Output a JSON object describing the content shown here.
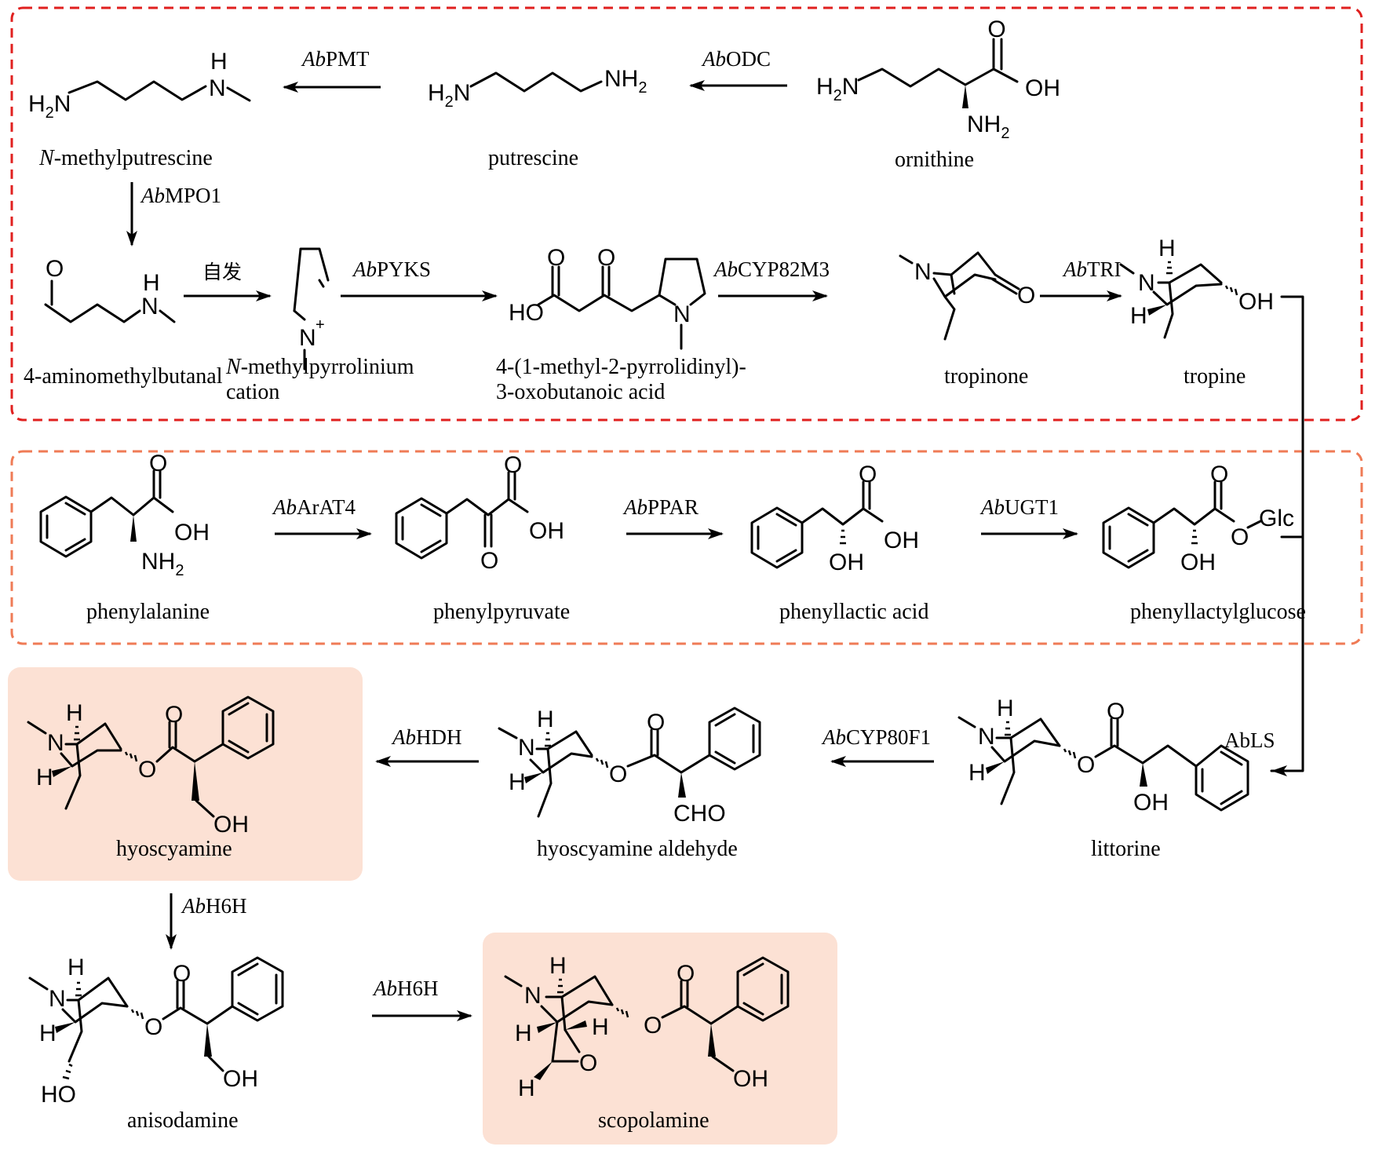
{
  "colors": {
    "tropine_box": "#e0201f",
    "phenyllactate_box": "#ef7b56",
    "highlight_fill": "#fce1d4",
    "ink": "#000000"
  },
  "boxes": {
    "tropine_module": "tropine biosynthesis module",
    "phenyllactate_module": "phenyllactate module"
  },
  "compounds": {
    "n_methylputrescine": {
      "italic_prefix": "N",
      "name": "-methylputrescine"
    },
    "putrescine": {
      "name": "putrescine"
    },
    "ornithine": {
      "name": "ornithine"
    },
    "aminomethylbutanal": {
      "name": "4-aminomethylbutanal"
    },
    "methylpyrrolinium": {
      "italic_prefix": "N",
      "line1": "-methylpyrrolinium",
      "line2": "cation"
    },
    "oxobutanoic": {
      "line1": "4-(1-methyl-2-pyrrolidinyl)-",
      "line2": "3-oxobutanoic acid"
    },
    "tropinone": {
      "name": "tropinone"
    },
    "tropine": {
      "name": "tropine"
    },
    "phenylalanine": {
      "name": "phenylalanine"
    },
    "phenylpyruvate": {
      "name": "phenylpyruvate"
    },
    "phenyllactic_acid": {
      "name": "phenyllactic acid"
    },
    "phenyllactylglucose": {
      "name": "phenyllactylglucose"
    },
    "hyoscyamine": {
      "name": "hyoscyamine"
    },
    "hyoscyamine_aldehyde": {
      "name": "hyoscyamine aldehyde"
    },
    "littorine": {
      "name": "littorine"
    },
    "anisodamine": {
      "name": "anisodamine"
    },
    "scopolamine": {
      "name": "scopolamine"
    }
  },
  "enzymes": {
    "pmt": {
      "prefix": "Ab",
      "suffix": "PMT"
    },
    "odc": {
      "prefix": "Ab",
      "suffix": "ODC"
    },
    "mpo1": {
      "prefix": "Ab",
      "suffix": "MPO1"
    },
    "spontaneous": {
      "text": "自发"
    },
    "pyks": {
      "prefix": "Ab",
      "suffix": "PYKS"
    },
    "cyp82m3": {
      "prefix": "Ab",
      "suffix": "CYP82M3"
    },
    "tri": {
      "prefix": "Ab",
      "suffix": "TRI"
    },
    "arat4": {
      "prefix": "Ab",
      "suffix": "ArAT4"
    },
    "ppar": {
      "prefix": "Ab",
      "suffix": "PPAR"
    },
    "ugt1": {
      "prefix": "Ab",
      "suffix": "UGT1"
    },
    "ls": {
      "text": "AbLS"
    },
    "cyp80f1": {
      "prefix": "Ab",
      "suffix": "CYP80F1"
    },
    "hdh": {
      "prefix": "Ab",
      "suffix": "HDH"
    },
    "h6h_1": {
      "prefix": "Ab",
      "suffix": "H6H"
    },
    "h6h_2": {
      "prefix": "Ab",
      "suffix": "H6H"
    }
  },
  "atoms": {
    "H": "H",
    "N": "N",
    "O": "O",
    "OH": "OH",
    "HO": "HO",
    "NH": "NH",
    "H2N_H": "H",
    "H2N_N": "N",
    "sub2": "2",
    "plus": "+",
    "CHO": "CHO",
    "Glc": "Glc"
  }
}
